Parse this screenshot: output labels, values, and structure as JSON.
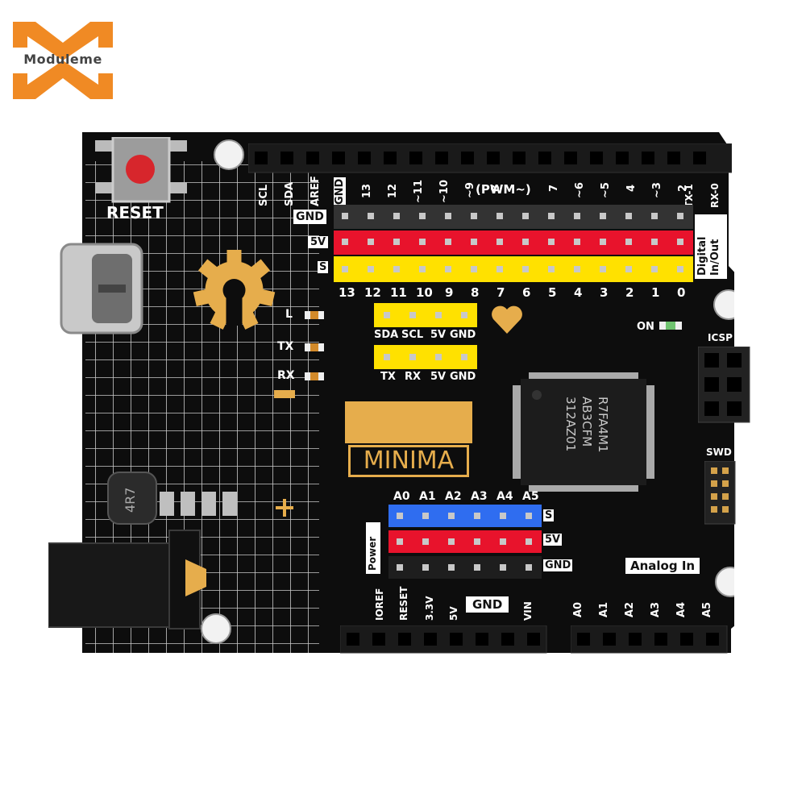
{
  "brand": {
    "name": "Moduleme",
    "color": "#f08a24"
  },
  "board": {
    "name": "MINIMA",
    "reset_label": "RESET",
    "chip_text": [
      "R7FA4M1",
      "AB3CFM",
      "312AZ01"
    ],
    "inductor_text": "4R7",
    "pwm_label": "(PWM~)",
    "digital_label": [
      "Digital",
      "In/Out"
    ],
    "analog_label": "Analog In",
    "power_label": "Power",
    "icsp_label": "ICSP",
    "swd_label": "SWD",
    "on_label": "ON",
    "led_labels": [
      "L",
      "TX",
      "RX"
    ],
    "top_header_labels": [
      "SCL",
      "SDA",
      "AREF",
      "GND",
      "13",
      "12",
      "~11",
      "~10",
      "~9",
      "8",
      "7",
      "~6",
      "~5",
      "4",
      "~3",
      "2",
      "TX-1",
      "RX-0"
    ],
    "row_labels": {
      "ground": "GND",
      "power": "5V",
      "signal": "S"
    },
    "digital_pin_numbers": [
      "13",
      "12",
      "11",
      "10",
      "9",
      "8",
      "7",
      "6",
      "5",
      "4",
      "3",
      "2",
      "1",
      "0"
    ],
    "i2c_labels": [
      "SDA",
      "SCL",
      "5V",
      "GND"
    ],
    "uart_labels": [
      "TX",
      "RX",
      "5V",
      "GND"
    ],
    "analog_pin_labels": [
      "A0",
      "A1",
      "A2",
      "A3",
      "A4",
      "A5"
    ],
    "analog_row_labels": [
      "S",
      "5V",
      "GND"
    ],
    "power_pin_labels": [
      "IOREF",
      "RESET",
      "3.3V",
      "5V",
      "GND",
      "VIN"
    ],
    "bottom_analog_labels": [
      "A0",
      "A1",
      "A2",
      "A3",
      "A4",
      "A5"
    ]
  },
  "colors": {
    "pcb": "#0d0d0d",
    "gold": "#e6ad4c",
    "red": "#e8132c",
    "yellow": "#ffe100",
    "blue": "#2f6df0",
    "grid": "#dedede"
  }
}
